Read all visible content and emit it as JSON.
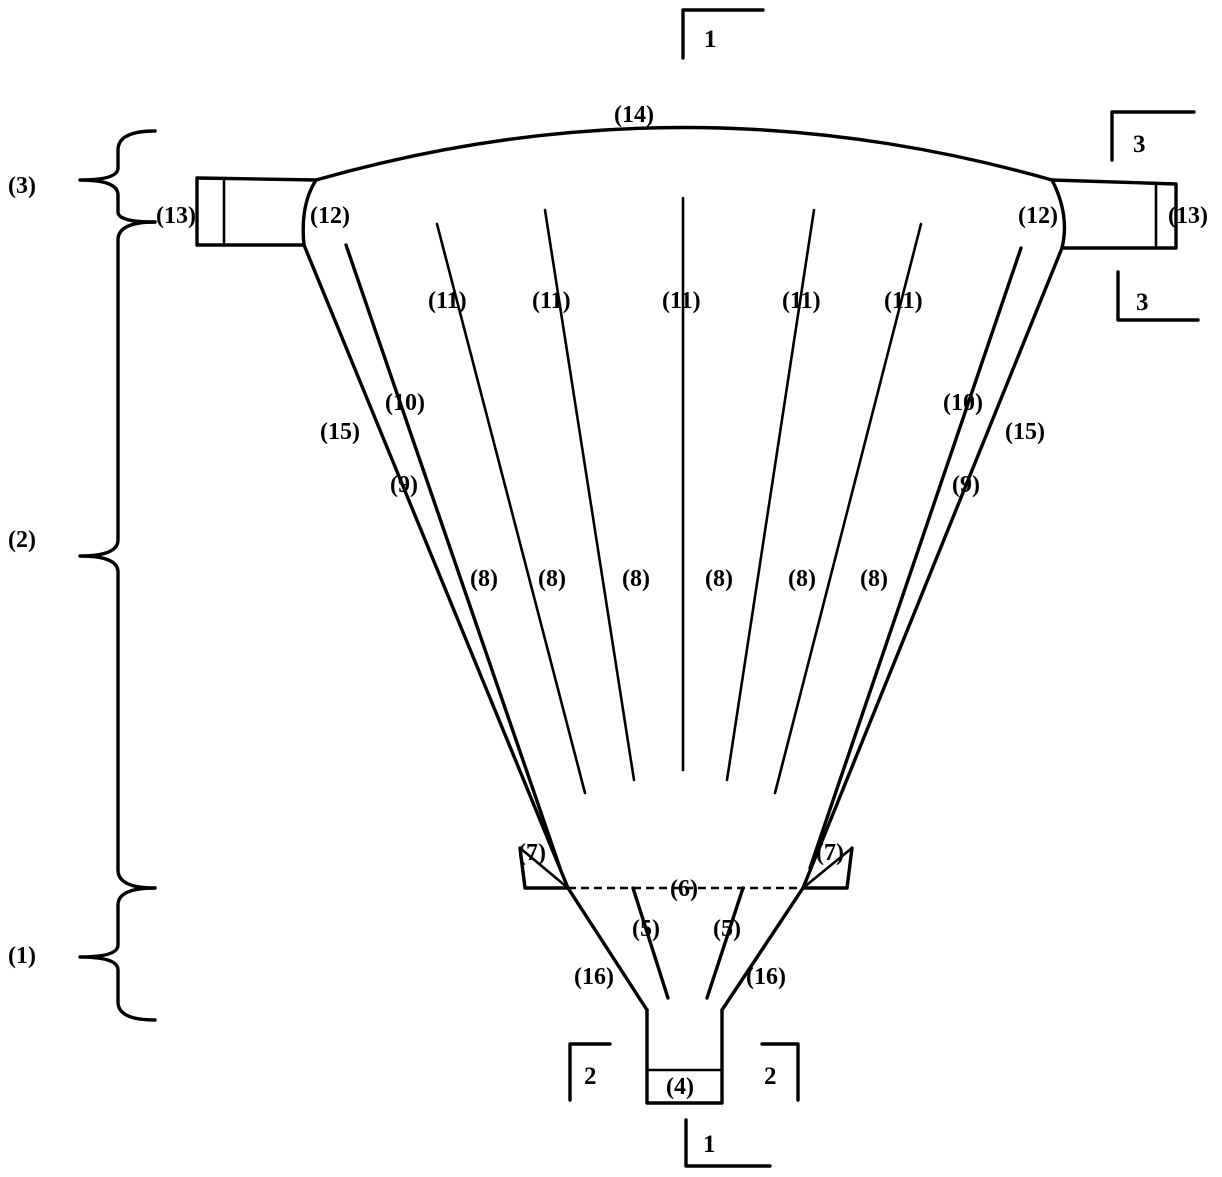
{
  "labels": {
    "n1": "(1)",
    "n2": "(2)",
    "n3": "(3)",
    "n4": "(4)",
    "n5": "(5)",
    "n6": "(6)",
    "n7": "(7)",
    "n8": "(8)",
    "n9": "(9)",
    "n10": "(10)",
    "n11": "(11)",
    "n12": "(12)",
    "n13": "(13)",
    "n14": "(14)",
    "n15": "(15)",
    "n16": "(16)"
  },
  "sections": {
    "s1": "1",
    "s2": "2",
    "s3": "3"
  }
}
